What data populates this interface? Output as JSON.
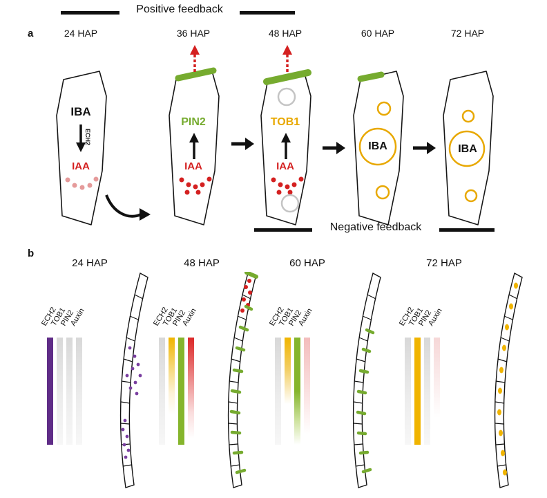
{
  "panel_a": {
    "label": "a",
    "positive_feedback": "Positive feedback",
    "negative_feedback": "Negative feedback",
    "stages": [
      {
        "time": "24 HAP",
        "iba": "IBA",
        "enzyme": "ECH2",
        "iaa": "IAA"
      },
      {
        "time": "36 HAP",
        "protein": "PIN2",
        "iaa": "IAA"
      },
      {
        "time": "48 HAP",
        "protein": "TOB1",
        "iaa": "IAA"
      },
      {
        "time": "60 HAP",
        "iba": "IBA"
      },
      {
        "time": "72 HAP",
        "iba": "IBA"
      }
    ]
  },
  "panel_b": {
    "label": "b",
    "groups": [
      {
        "time": "24 HAP",
        "bars": [
          {
            "label": "ECH2",
            "color": "#5f2c87",
            "level": "high"
          },
          {
            "label": "TOB1",
            "color": "#e0e0e0",
            "level": "off"
          },
          {
            "label": "PIN2",
            "color": "#e0e0e0",
            "level": "off"
          },
          {
            "label": "Auxin",
            "color": "#e0e0e0",
            "level": "off"
          }
        ]
      },
      {
        "time": "48 HAP",
        "bars": [
          {
            "label": "ECH2",
            "color": "#e0e0e0",
            "level": "off"
          },
          {
            "label": "TOB1",
            "color": "#f0b400",
            "level": "fading"
          },
          {
            "label": "PIN2",
            "color": "#85b52c",
            "level": "high"
          },
          {
            "label": "Auxin",
            "color": "#dc2828",
            "level": "fading"
          }
        ]
      },
      {
        "time": "60 HAP",
        "bars": [
          {
            "label": "ECH2",
            "color": "#e0e0e0",
            "level": "off"
          },
          {
            "label": "TOB1",
            "color": "#f0b400",
            "level": "fading"
          },
          {
            "label": "PIN2",
            "color": "#85b52c",
            "level": "fading"
          },
          {
            "label": "Auxin",
            "color": "#f3bcbc",
            "level": "low"
          }
        ]
      },
      {
        "time": "72 HAP",
        "bars": [
          {
            "label": "ECH2",
            "color": "#e0e0e0",
            "level": "off"
          },
          {
            "label": "TOB1",
            "color": "#f0b400",
            "level": "high"
          },
          {
            "label": "PIN2",
            "color": "#e0e0e0",
            "level": "off"
          },
          {
            "label": "Auxin",
            "color": "#f6d7d7",
            "level": "low"
          }
        ]
      }
    ]
  },
  "colors": {
    "iaa_red": "#d42020",
    "pin2_green": "#76ab2f",
    "tob1_gold": "#e8a800",
    "ech2_purple": "#5f2c87",
    "vacuole_yellow": "#e8a800"
  }
}
